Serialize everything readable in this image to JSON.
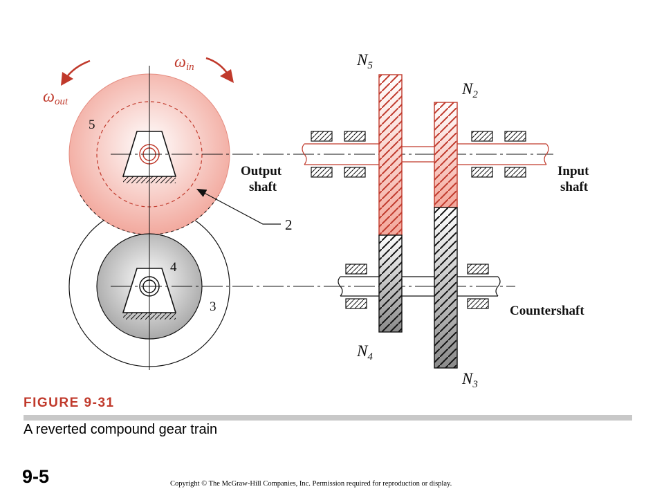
{
  "figure": {
    "label": "FIGURE 9-31",
    "caption": "A reverted compound gear train"
  },
  "slide_number": "9-5",
  "copyright": "Copyright © The McGraw-Hill Companies, Inc. Permission required for reproduction or display.",
  "labels": {
    "omega_out_symbol": "ω",
    "omega_out_sub": "out",
    "omega_in_symbol": "ω",
    "omega_in_sub": "in",
    "gear_5": "5",
    "gear_4": "4",
    "gear_3": "3",
    "gear_2": "2",
    "output_shaft_line1": "Output",
    "output_shaft_line2": "shaft",
    "input_shaft_line1": "Input",
    "input_shaft_line2": "shaft",
    "countershaft": "Countershaft",
    "n5_letter": "N",
    "n5_sub": "5",
    "n2_letter": "N",
    "n2_sub": "2",
    "n4_letter": "N",
    "n4_sub": "4",
    "n3_letter": "N",
    "n3_sub": "3"
  },
  "colors": {
    "accent_red": "#c0392b",
    "gear_pink": "#f4b9b0",
    "gear_gray": "#b9b9b9"
  }
}
